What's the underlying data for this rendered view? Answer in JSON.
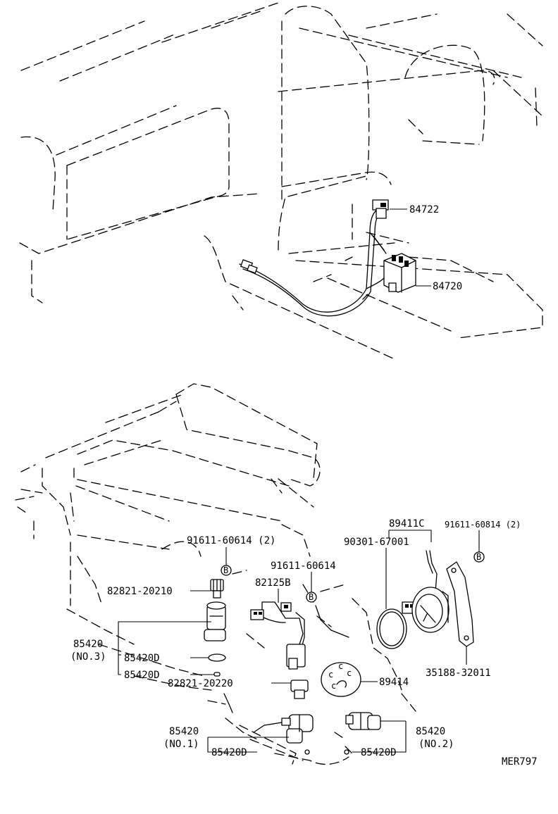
{
  "diagram_code": "MER797",
  "bolt_symbol": "B",
  "labels": {
    "p84722": "84722",
    "p84720": "84720",
    "p91611_60614_2": "91611-60614 (2)",
    "p91611_60614": "91611-60614",
    "p82821_20210": "82821-20210",
    "p82125b": "82125B",
    "p85420_no3": "85420",
    "p85420_no3_sub": "(NO.3)",
    "p85420d_a": "85420D",
    "p85420d_b": "85420D",
    "p82821_20220": "82821-20220",
    "p89411c": "89411C",
    "p90301_67001": "90301-67001",
    "p91611_60814_2": "91611-60814 (2)",
    "p89414": "89414",
    "p35188_32011": "35188-32011",
    "p85420_no1": "85420",
    "p85420_no1_sub": "(NO.1)",
    "p85420d_c": "85420D",
    "p85420_no2": "85420",
    "p85420_no2_sub": "(NO.2)",
    "p85420d_d": "85420D"
  }
}
